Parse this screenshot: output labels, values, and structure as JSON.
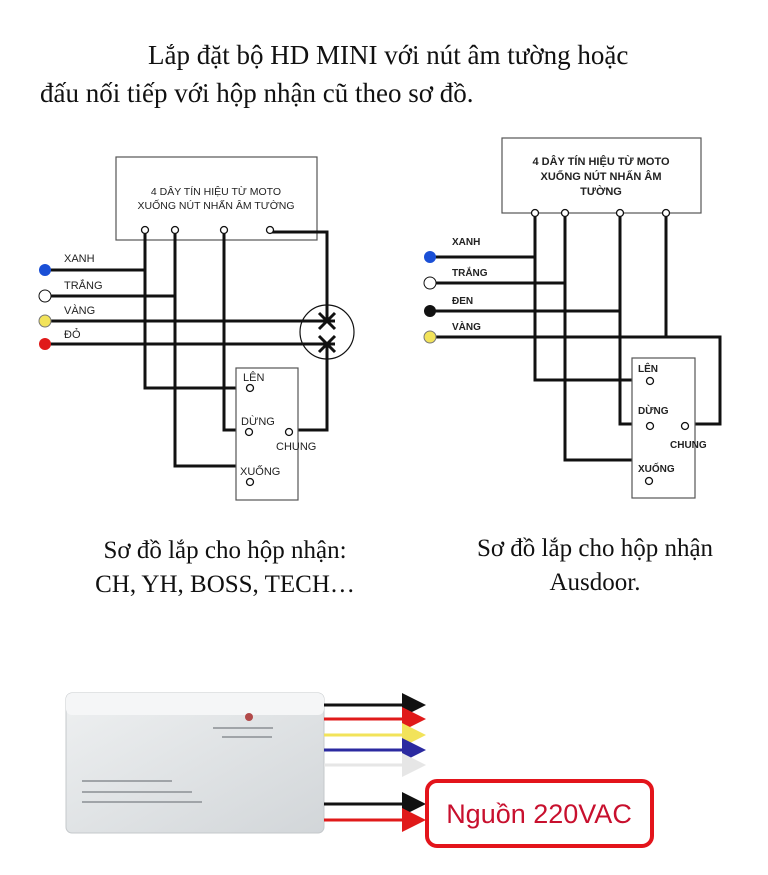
{
  "title": {
    "line1": "Lắp đặt bộ HD  MINI với nút âm tường hoặc",
    "line2": "đấu nối tiếp với hộp nhận cũ theo sơ đồ."
  },
  "left_diagram": {
    "box_line1": "4 DÂY TÍN HIỆU TỪ MOTO",
    "box_line2": "XUỐNG NÚT NHẤN ÂM TƯỜNG",
    "wires": [
      "XANH",
      "TRẮNG",
      "VÀNG",
      "ĐỎ"
    ],
    "switch": {
      "up": "LÊN",
      "stop": "DỪNG",
      "common": "CHUNG",
      "down": "XUỐNG"
    },
    "caption_line1": "Sơ đồ lắp cho hộp nhận:",
    "caption_line2": "CH, YH, BOSS, TECH…"
  },
  "right_diagram": {
    "box_line1": "4 DÂY TÍN HIỆU TỪ MOTO",
    "box_line2": "XUỐNG NÚT NHẤN ÂM",
    "box_line3": "TƯỜNG",
    "wires": [
      "XANH",
      "TRẮNG",
      "ĐEN",
      "VÀNG"
    ],
    "switch": {
      "up": "LÊN",
      "stop": "DỪNG",
      "common": "CHUNG",
      "down": "XUỐNG"
    },
    "caption_line1": "Sơ đồ lắp cho hộp nhận",
    "caption_line2": "Ausdoor."
  },
  "device": {
    "power_label": "Nguồn 220VAC"
  },
  "colors": {
    "blue": "#1a4fd6",
    "white": "#ffffff",
    "yellow": "#f2e35a",
    "red": "#e01a1a",
    "black": "#111111",
    "purple": "#2b2aa0",
    "power_border": "#e3141b"
  }
}
